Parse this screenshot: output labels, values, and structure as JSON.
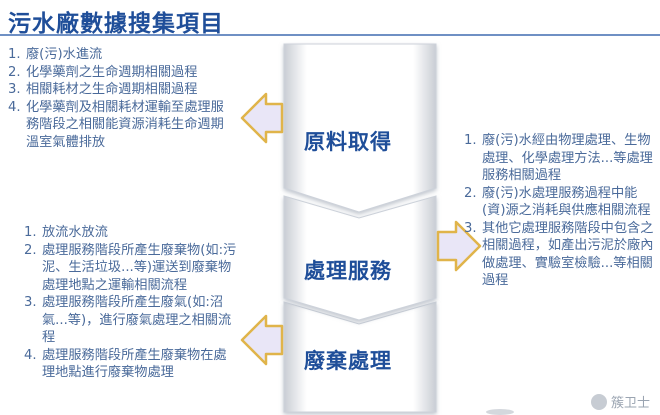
{
  "title": "污水廠數據搜集項目",
  "stages": [
    {
      "label": "原料取得"
    },
    {
      "label": "處理服務"
    },
    {
      "label": "廢棄處理"
    }
  ],
  "lists": {
    "top_left": [
      {
        "num": "1.",
        "text": "廢(污)水進流"
      },
      {
        "num": "2.",
        "text": "化學藥劑之生命週期相關過程"
      },
      {
        "num": "3.",
        "text": "相關耗材之生命週期相關過程"
      },
      {
        "num": "4.",
        "text": "化學藥劑及相關耗材運輸至處理服務階段之相關能資源消耗生命週期溫室氣體排放"
      }
    ],
    "right": [
      {
        "num": "1.",
        "text": "廢(污)水經由物理處理、生物處理、化學處理方法...等處理服務相關過程"
      },
      {
        "num": "2.",
        "text": "廢(污)水處理服務過程中能(資)源之消耗與供應相關流程"
      },
      {
        "num": "3.",
        "text": "其他它處理服務階段中包含之相關過程，如產出污泥於廠內做處理、實驗室檢驗...等相關過程"
      }
    ],
    "bottom_left": [
      {
        "num": "1.",
        "text": "放流水放流"
      },
      {
        "num": "2.",
        "text": "處理服務階段所產生廢棄物(如:污泥、生活垃圾...等)運送到廢棄物處理地點之運輸相關流程"
      },
      {
        "num": "3.",
        "text": "處理服務階段所產生廢氣(如:沼氣...等)，進行廢氣處理之相關流程"
      },
      {
        "num": "4.",
        "text": "處理服務階段所產生廢棄物在處理地點進行廢棄物處理"
      }
    ]
  },
  "watermark": "簇卫士",
  "colors": {
    "title": "#1f4e99",
    "text": "#4a6a9a",
    "arrow_fill": "#e9e6f7",
    "arrow_stroke": "#e0b44a"
  }
}
